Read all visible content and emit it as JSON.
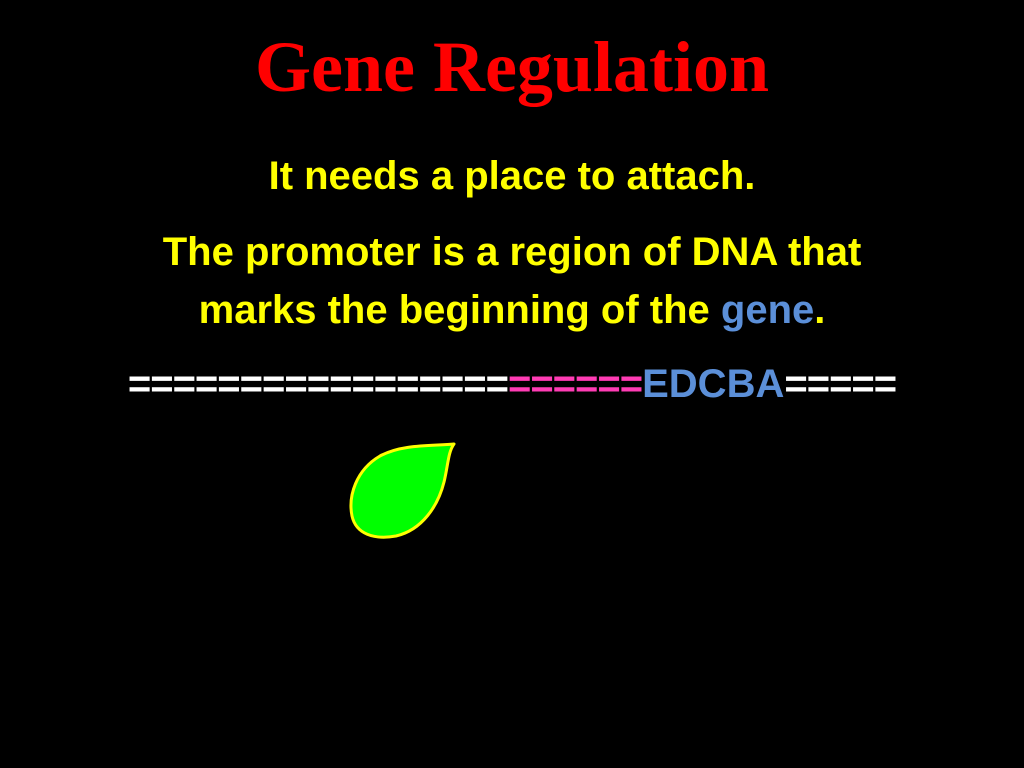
{
  "slide": {
    "title": "Gene Regulation",
    "line1": "It needs a place to attach.",
    "line2": "The promoter is a region of DNA that",
    "line3_prefix": "marks the beginning of the ",
    "line3_gene": "gene",
    "line3_suffix": ".",
    "dna": {
      "white_segment": "=================",
      "pink_segment": "======",
      "gene_segment": "EDCBA",
      "tail_segment": "====="
    }
  },
  "colors": {
    "background": "#000000",
    "title": "#ff0000",
    "text": "#ffff00",
    "gene": "#5b8fd8",
    "promoter": "#ff3cb4",
    "dna": "#ffffff",
    "blob_fill": "#00ff00",
    "blob_outline": "#ffff00"
  },
  "icons": {
    "blob": "rna-polymerase-blob-icon"
  }
}
